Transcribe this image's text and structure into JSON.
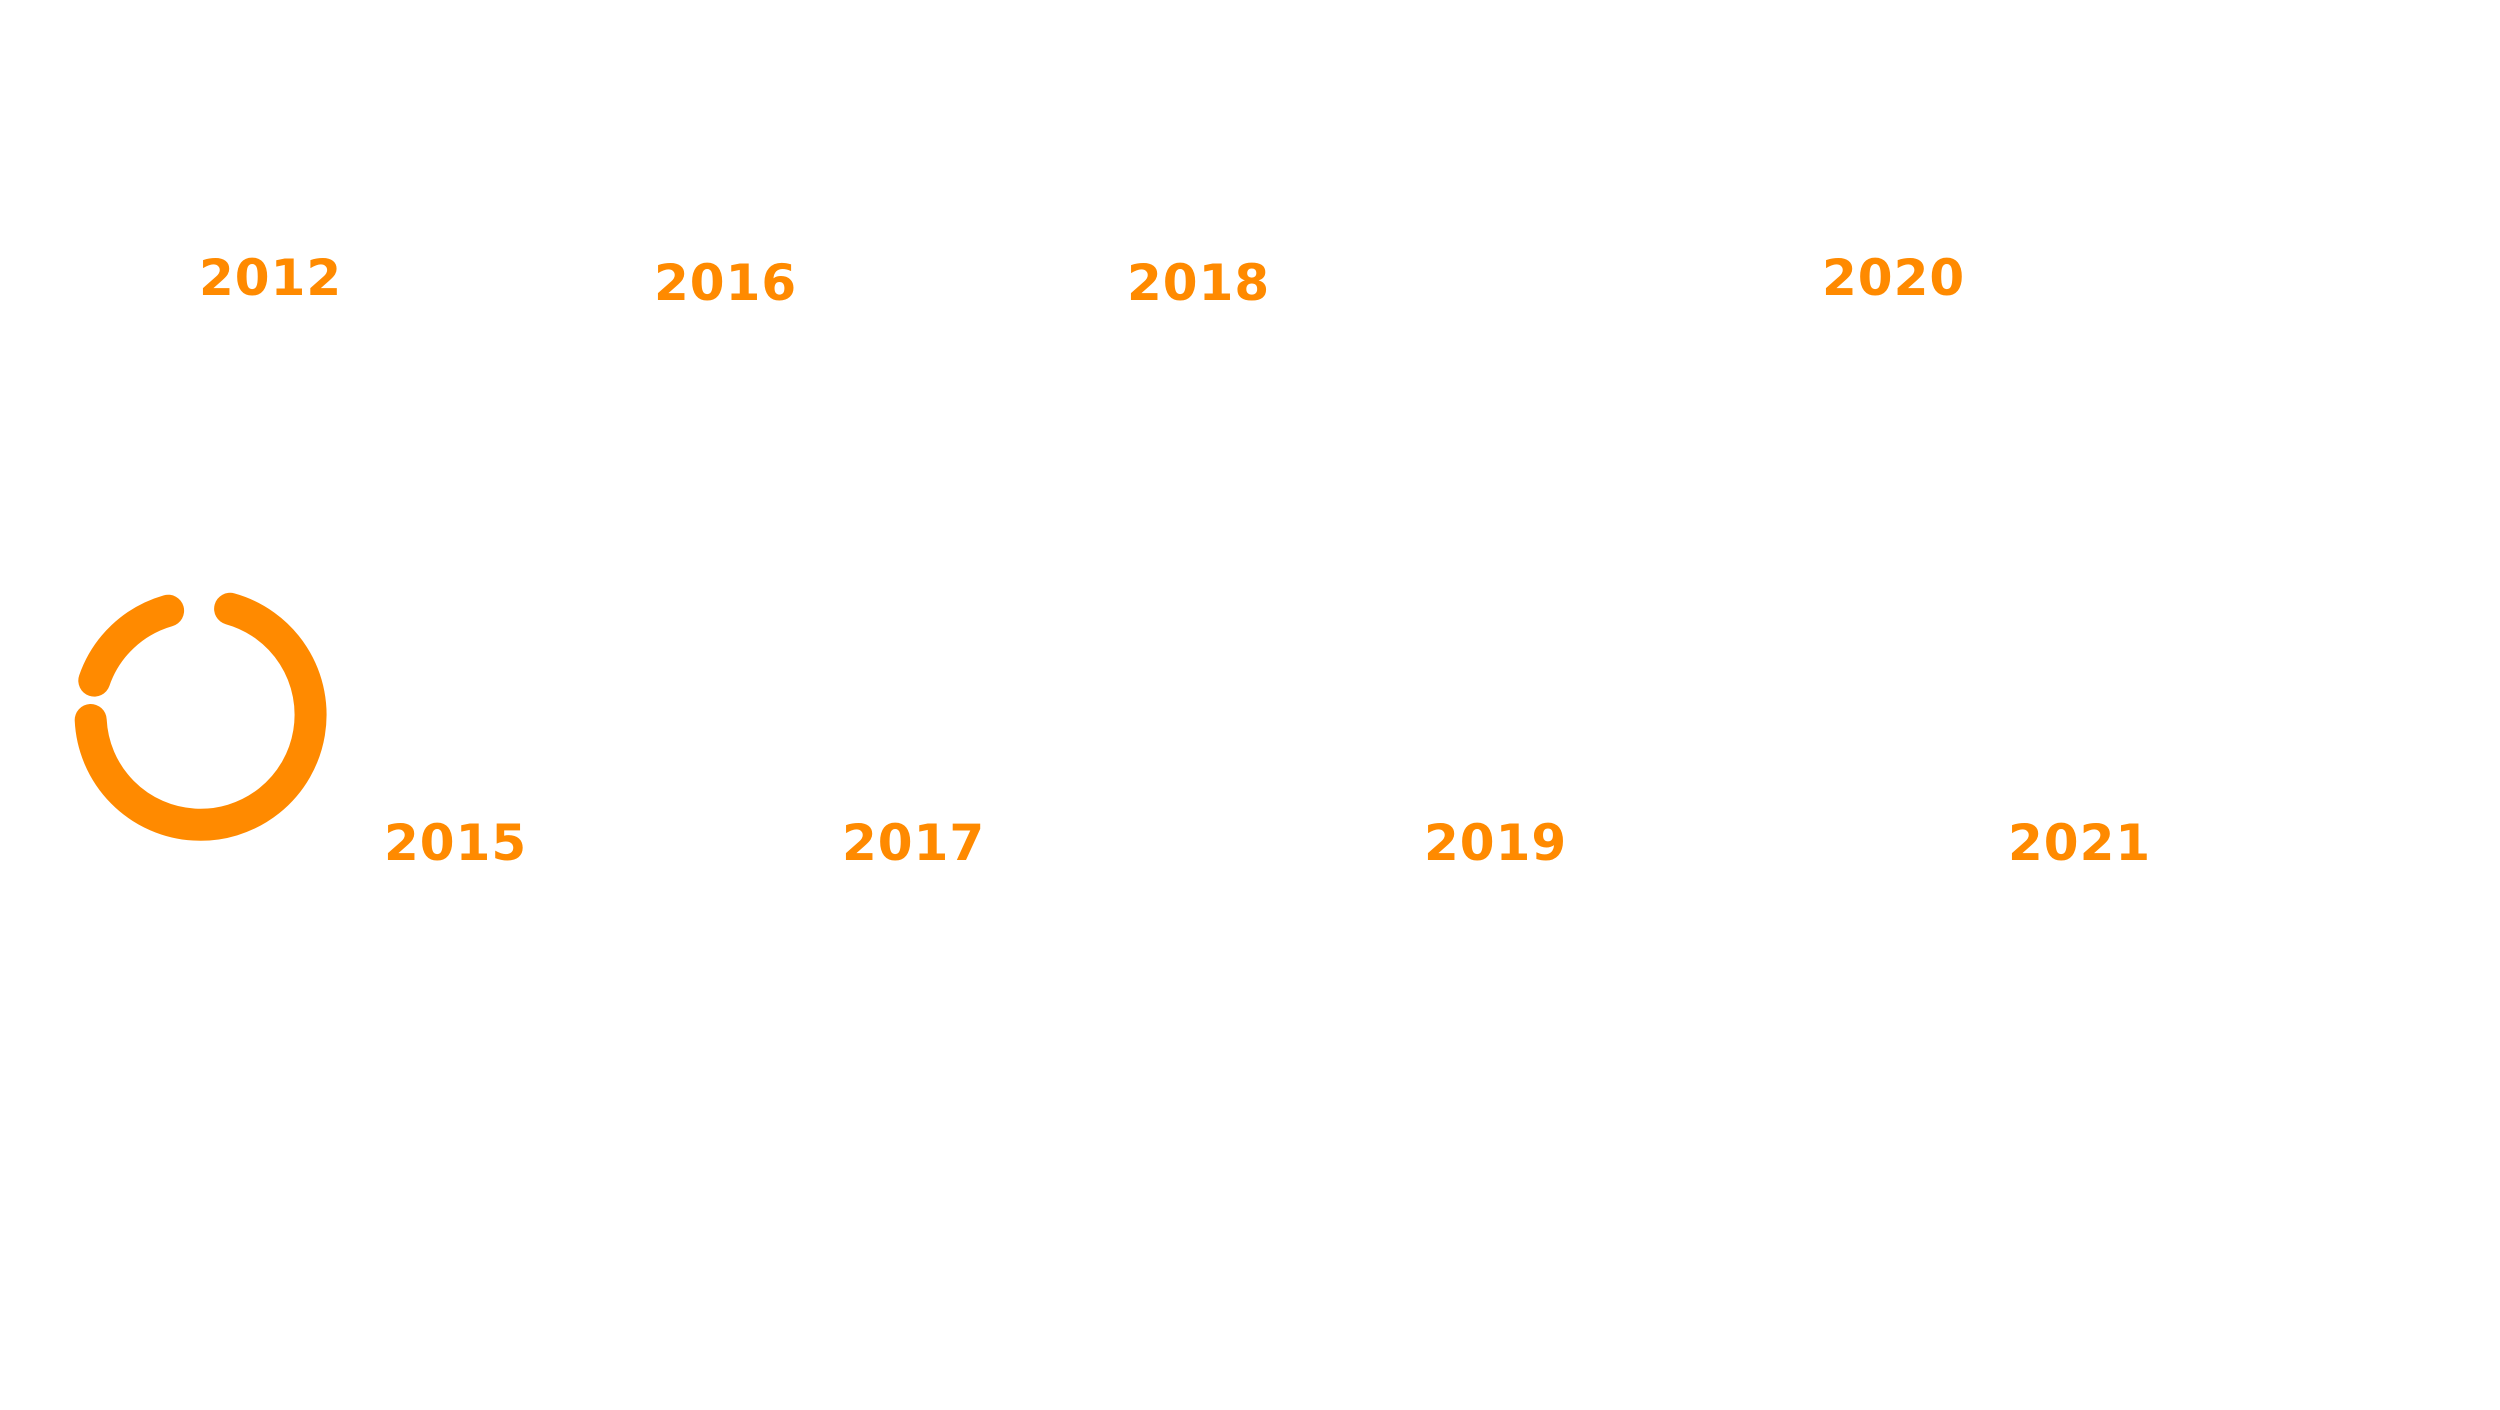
{
  "accent_color": "#ff8a00",
  "icon": "circular-arrow-icon",
  "timeline": {
    "top_row": [
      {
        "id": "y2012",
        "label": "2012"
      },
      {
        "id": "y2016",
        "label": "2016"
      },
      {
        "id": "y2018",
        "label": "2018"
      },
      {
        "id": "y2020",
        "label": "2020"
      }
    ],
    "bottom_row": [
      {
        "id": "y2015",
        "label": "2015"
      },
      {
        "id": "y2017",
        "label": "2017"
      },
      {
        "id": "y2019",
        "label": "2019"
      },
      {
        "id": "y2021",
        "label": "2021"
      }
    ]
  }
}
